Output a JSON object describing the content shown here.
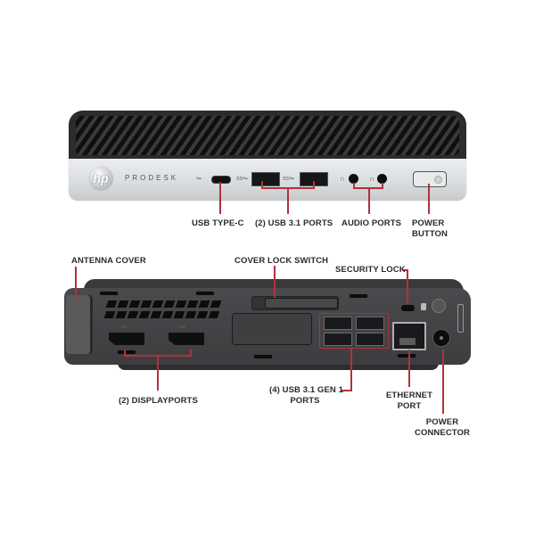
{
  "front_view": {
    "brand_logo": "hp",
    "model_text": "PRODESK",
    "callouts": [
      {
        "id": "usb-type-c",
        "label": "USB TYPE-C"
      },
      {
        "id": "usb-3-1-ports",
        "label": "(2) USB 3.1 PORTS"
      },
      {
        "id": "audio-ports",
        "label": "AUDIO PORTS"
      },
      {
        "id": "power-button",
        "label_line1": "POWER",
        "label_line2": "BUTTON"
      }
    ],
    "icons": {
      "usb_c_symbol": "usb-icon",
      "usb_a_symbol": "usb-ss-icon",
      "headphone_symbol": "headphone-icon",
      "headset_symbol": "headset-icon"
    }
  },
  "rear_view": {
    "callouts": [
      {
        "id": "antenna-cover",
        "label": "ANTENNA COVER"
      },
      {
        "id": "cover-lock-switch",
        "label": "COVER LOCK SWITCH"
      },
      {
        "id": "security-lock",
        "label": "SECURITY LOCK"
      },
      {
        "id": "displayports",
        "label": "(2) DISPLAYPORTS"
      },
      {
        "id": "usb-3-1-gen1",
        "label_line1": "(4) USB 3.1 GEN 1",
        "label_line2": "PORTS"
      },
      {
        "id": "ethernet-port",
        "label_line1": "ETHERNET",
        "label_line2": "PORT"
      },
      {
        "id": "power-connector",
        "label_line1": "POWER",
        "label_line2": "CONNECTOR"
      }
    ]
  },
  "colors": {
    "callout_line": "#b0323a",
    "chassis_dark": "#2c2c2e",
    "chassis_silver": "#d9dcdf",
    "label_text": "#2b2b2b"
  }
}
